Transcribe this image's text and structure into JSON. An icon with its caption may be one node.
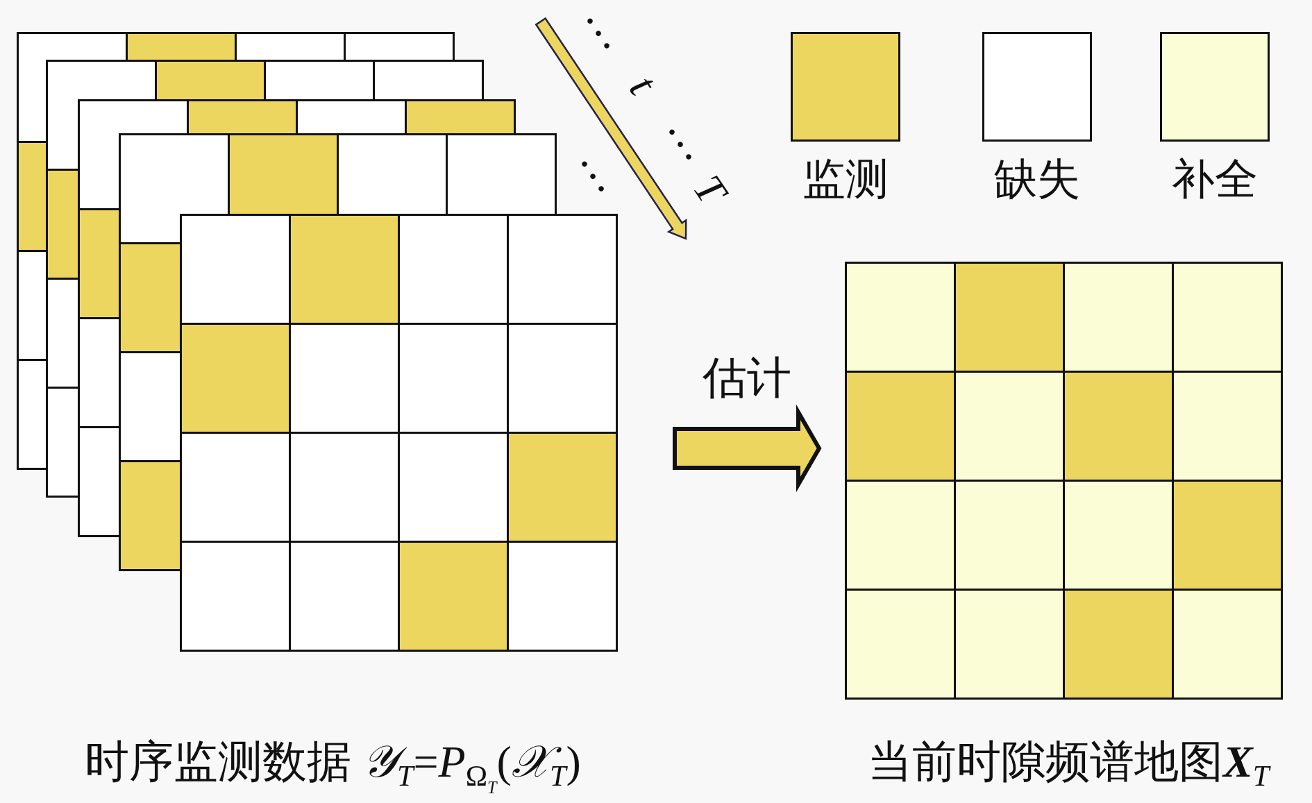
{
  "diagram": {
    "nodes": [
      {
        "text": [],
        "shape": "grid"
      },
      {
        "text": [],
        "shape": "grid"
      },
      {
        "text": [],
        "shape": "grid"
      },
      {
        "text": [],
        "shape": "grid"
      },
      {
        "text": [],
        "shape": "grid",
        "beside": [
          "时序监测数据 *𝒴*$_{T}$=*P*$_{Ω}$$_{T}$(*𝒳*$_{T}$)"
        ]
      },
      {
        "text": [],
        "shape": "grid",
        "beside": [
          "当前时隙频谱地图**X**$_{T}$"
        ]
      }
    ],
    "edges": [
      {
        "from": 4,
        "to": 5,
        "arrow": "to",
        "label": "估计",
        "style": "thick",
        "color": "#edd660"
      }
    ],
    "labels": [
      "…",
      "t",
      "…",
      "…",
      "T"
    ],
    "legend": [
      {
        "text": "监测",
        "color": "#edd660"
      },
      {
        "text": "缺失",
        "color": "#ffffff"
      },
      {
        "text": "补全",
        "color": "#fafdd6"
      }
    ]
  }
}
